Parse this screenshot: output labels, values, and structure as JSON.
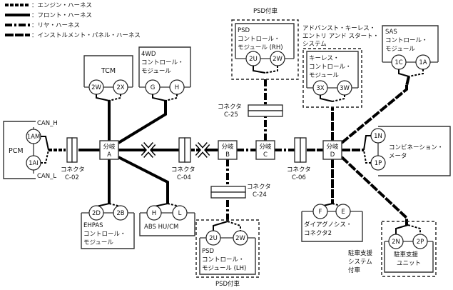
{
  "legend": [
    {
      "style": "engine",
      "label": "：エンジン・ハーネス"
    },
    {
      "style": "front",
      "label": "：フロント・ハーネス"
    },
    {
      "style": "rear",
      "label": "：リヤ・ハーネス"
    },
    {
      "style": "instrument",
      "label": "：インストルメント・パネル・ハーネス"
    }
  ],
  "modules": {
    "pcm": {
      "name": "PCM",
      "pins": [
        "1AM",
        "1AI"
      ],
      "can_h": "CAN_H",
      "can_l": "CAN_L"
    },
    "tcm": {
      "name": "TCM",
      "pins": [
        "2W",
        "2X"
      ]
    },
    "awd": {
      "line1": "4WD",
      "line2": "コントロール・",
      "line3": "モジュール",
      "pins": [
        "G",
        "H"
      ]
    },
    "psd_rh": {
      "group": "PSD付車",
      "line1": "PSD",
      "line2": "コントロール・",
      "line3": "モジュール (RH)",
      "pins": [
        "2U",
        "2W"
      ]
    },
    "keyless": {
      "caption1": "アドバンスト・キーレス・",
      "caption2": "エントリ アンド スタート・",
      "caption3": "システム",
      "line1": "キーレス・",
      "line2": "コントロール・",
      "line3": "モジュール",
      "pins": [
        "3X",
        "3W"
      ]
    },
    "sas": {
      "line1": "SAS",
      "line2": "コントロール・",
      "line3": "モジュール",
      "pins": [
        "1C",
        "1A"
      ]
    },
    "meter": {
      "line1": "コンビネーション・",
      "line2": "メータ",
      "pins": [
        "1N",
        "1P"
      ]
    },
    "ehpas": {
      "line1": "EHPAS",
      "line2": "コントロール・",
      "line3": "モジュール",
      "pins": [
        "2D",
        "2B"
      ]
    },
    "abs": {
      "name": "ABS HU/CM",
      "pins": [
        "H",
        "L"
      ]
    },
    "psd_lh": {
      "group": "PSD付車",
      "line1": "PSD",
      "line2": "コントロール・",
      "line3": "モジュール (LH)",
      "pins": [
        "2U",
        "2W"
      ]
    },
    "dlc": {
      "line1": "ダイアグノシス・",
      "line2": "コネクタ2",
      "pins": [
        "F",
        "E"
      ]
    },
    "parking": {
      "caption1": "駐車支援",
      "caption2": "システム",
      "caption3": "付車",
      "line1": "駐車支援",
      "line2": "ユニット",
      "pins": [
        "2N",
        "2P"
      ]
    }
  },
  "junctions": [
    {
      "label": "分岐",
      "id": "A"
    },
    {
      "label": "分岐",
      "id": "B"
    },
    {
      "label": "分岐",
      "id": "C"
    },
    {
      "label": "分岐",
      "id": "D"
    }
  ],
  "connectors": [
    {
      "label": "コネクタ",
      "id": "C-02"
    },
    {
      "label": "コネクタ",
      "id": "C-04"
    },
    {
      "label": "コネクタ",
      "id": "C-25"
    },
    {
      "label": "コネクタ",
      "id": "C-24"
    },
    {
      "label": "コネクタ",
      "id": "C-06"
    }
  ]
}
